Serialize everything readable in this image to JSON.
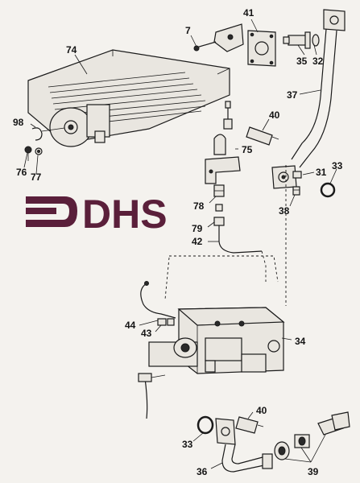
{
  "colors": {
    "logo": "#5a1f3a",
    "ink": "#1a1a1a",
    "paper": "#f4f2ee"
  },
  "logo": {
    "text": "DHS"
  },
  "callouts": {
    "c7": "7",
    "c41": "41",
    "c35": "35",
    "c32": "32",
    "c74": "74",
    "c37": "37",
    "c40a": "40",
    "c98": "98",
    "c75": "75",
    "c76": "76",
    "c77": "77",
    "c31": "31",
    "c33a": "33",
    "c38": "38",
    "c78": "78",
    "c79": "79",
    "c42": "42",
    "c44": "44",
    "c43": "43",
    "c34": "34",
    "c40b": "40",
    "c33b": "33",
    "c36": "36",
    "c39": "39"
  }
}
